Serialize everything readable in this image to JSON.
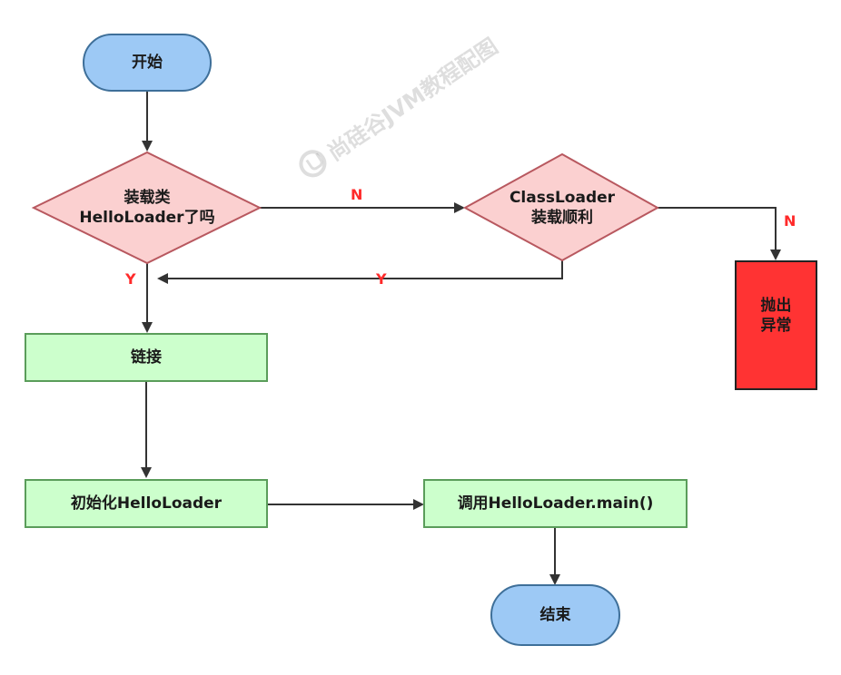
{
  "nodes": {
    "start": "开始",
    "check_loaded": "装载类\nHelloLoader了吗",
    "classloader": "ClassLoader\n装载顺利",
    "throw": "抛出\n异常",
    "link": "链接",
    "init": "初始化HelloLoader",
    "call_main": "调用HelloLoader.main()",
    "end": "结束"
  },
  "edge_labels": {
    "check_no": "N",
    "check_yes": "Y",
    "classloader_yes": "Y",
    "classloader_no": "N"
  },
  "watermark": "尚硅谷JVM教程配图",
  "colors": {
    "terminal_fill": "#9dc9f5",
    "terminal_stroke": "#3e6f99",
    "decision_fill": "#fbd0d0",
    "decision_stroke": "#b8585f",
    "process_fill": "#ccffcc",
    "process_stroke": "#5a9d5a",
    "error_fill": "#ff3333",
    "error_stroke": "#222222",
    "edge_color": "#333333",
    "edge_label_color": "#ff2a2a"
  }
}
